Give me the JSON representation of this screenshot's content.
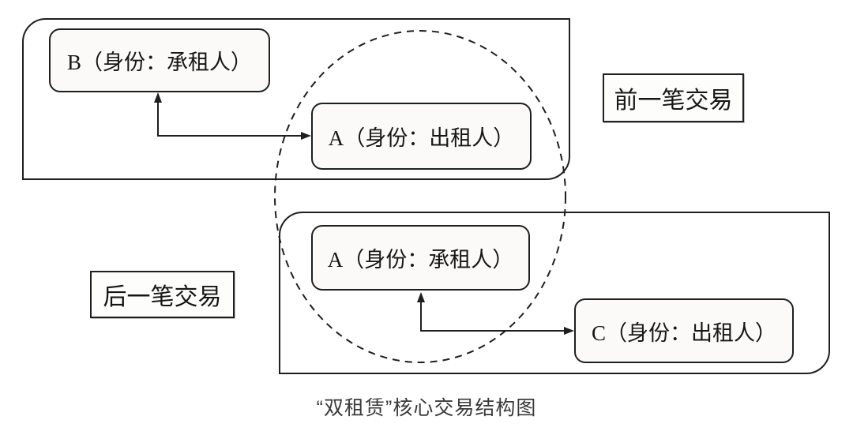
{
  "title": "“双租赁”核心交易结构图",
  "prev_transaction": {
    "label": "前一笔交易",
    "node_b": "B（身份：承租人）",
    "node_a": "A（身份：出租人）"
  },
  "next_transaction": {
    "label": "后一笔交易",
    "node_a": "A（身份：承租人）",
    "node_c": "C（身份：出租人）"
  },
  "colors": {
    "line": "#1f1f1f",
    "node_fill": "#fbfaf8",
    "background": "#ffffff",
    "title_text": "#3a3a3a"
  }
}
